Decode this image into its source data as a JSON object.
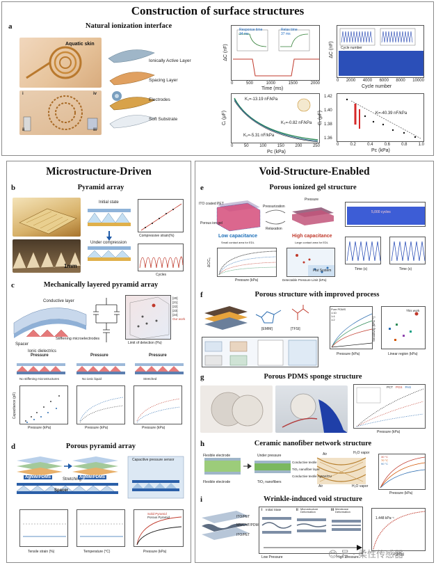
{
  "header": {
    "title": "Construction of surface structures"
  },
  "panel_a": {
    "letter": "a",
    "subtitle": "Natural ionization interface",
    "photo_label": "Aquatic skin",
    "roman": [
      "i",
      "ii",
      "iii",
      "iv"
    ],
    "layers": [
      "Ionically Active Layer",
      "Spacing Layer",
      "Electrodes",
      "Soft Substrate"
    ],
    "chart1": {
      "ylabel": "ΔC (nF)",
      "xlabel": "Time (ms)",
      "xticks": [
        "0",
        "500",
        "1000",
        "1500",
        "2000"
      ],
      "inset1": "Response time\n34 ms",
      "inset2": "Relax time\n37 ms"
    },
    "chart2": {
      "ylabel": "ΔC (nF)",
      "xlabel": "Cycle number",
      "xticks": [
        "0",
        "2000",
        "4000",
        "6000",
        "8000",
        "10000"
      ],
      "inset_x": "Cycle number"
    },
    "chart3": {
      "ylabel": "Cᵢ (μF)",
      "xlabel": "Pᴄ (kPa)",
      "xticks": [
        "0",
        "50",
        "100",
        "150",
        "200",
        "250"
      ],
      "k1": "K₁=-13.19 nF/kPa",
      "k2": "K₂=-5.31 nF/kPa",
      "k3": "K₃=-0.82 nF/kPa"
    },
    "chart4": {
      "ylabel": "Cᵢ (μF)",
      "xlabel": "Pᴄ (kPa)",
      "yticks": [
        "1.42",
        "1.40",
        "1.38",
        "1.36"
      ],
      "xticks": [
        "0",
        "0.2",
        "0.4",
        "0.6",
        "0.8",
        "1.0"
      ],
      "k": "K=-40.39 nF/kPa"
    }
  },
  "left": {
    "title": "Microstructure-Driven",
    "b": {
      "letter": "b",
      "subtitle": "Pyramid array",
      "initial": "Initial state",
      "compression": "Under compression",
      "scale": "1mm",
      "chart_x": "Compressive strain(%)",
      "chart2_x": "Cycles"
    },
    "c": {
      "letter": "c",
      "subtitle": "Mechanically layered pyramid array",
      "labels": [
        "Conductive layer",
        "Spacer",
        "Ionic dielectrics",
        "Stiffening microelectrodes"
      ],
      "pressure": "Pressure",
      "captions": [
        "No stiffening microstructures",
        "No ionic liquid",
        "Stretched"
      ],
      "xlabel": "Pressure (kPa)",
      "ylabel": "Capacitance (pF)",
      "cube_x": "Limit of detection (Pa)",
      "legend": [
        "[20]",
        "[21]",
        "[22]",
        "[23]",
        "[24]",
        "Our work"
      ]
    },
    "d": {
      "letter": "d",
      "subtitle": "Porous pyramid array",
      "labels": [
        "AgNW/PDMS",
        "Stretching",
        "AgNW/PDMS",
        "Spacer",
        "Capacitive pressure sensor"
      ],
      "x1": "Tensile strain (%)",
      "x2": "Temperature (°C)",
      "x3": "Pressure (kPa)",
      "legend": [
        "Solid Pyramid",
        "Porous Pyramid"
      ]
    }
  },
  "right": {
    "title": "Void-Structure-Enabled",
    "e": {
      "letter": "e",
      "subtitle": "Porous ionized gel structure",
      "labels": [
        "ITO coated PET",
        "Porous ion gel",
        "Pressurization",
        "Relaxation",
        "Pressure",
        "Low capacitance",
        "High capacitance"
      ],
      "note1": "Small contact area for EDL",
      "note2": "Large contact area for EDL",
      "xlabel": "Pressure (kPa)",
      "xlabel2": "Detectable Pressure Limit (kPa)",
      "ylabel": "ΔC/C₀",
      "xlabel3": "Time (s)",
      "flat": "Flat System",
      "inset_text": "5,000 cycles"
    },
    "f": {
      "letter": "f",
      "subtitle": "Porous structure with improved process",
      "chem": [
        "[EMIM]",
        "[TFSI]"
      ],
      "legend": [
        "Pure PDMS",
        "1:10",
        "1:4",
        "1:2"
      ],
      "xlabel": "Pressure (kPa)",
      "xlabel2": "Linear region (kPa)",
      "ylabel2": "Sensitivity (kPa⁻¹)",
      "this_work": "This work"
    },
    "g": {
      "letter": "g",
      "subtitle": "Porous PDMS sponge structure",
      "xlabel": "Pressure (kPa)",
      "legend": [
        "PCT",
        "PGS",
        "PAS"
      ]
    },
    "h": {
      "letter": "h",
      "subtitle": "Ceramic nanofiber network structure",
      "labels": [
        "Flexible electrode",
        "Under pressure",
        "Flexible electrode",
        "TiO₂ nanofibers",
        "Conductive textile",
        "TiO₂ nanofiber layer",
        "Conductive textile AgNW/PU",
        "Air",
        "H₂O vapor",
        "Air",
        "H₂O vapor"
      ],
      "xlabel": "Pressure (kPa)",
      "legend": [
        "30 °C",
        "70 °C",
        "90 °C"
      ]
    },
    "i": {
      "letter": "i",
      "subtitle": "Wrinkle-induced void structure",
      "labels": [
        "ITO/PET",
        "MWCNT/PDMS",
        "ITO/PET"
      ],
      "stages": [
        "Initial State",
        "Microstructure Deformation",
        "Membrane Deformation"
      ],
      "romans": [
        "i",
        "ii",
        "iii"
      ],
      "low": "Low Pressure",
      "high": "High Pressure",
      "k": "1.448 kPa⁻¹",
      "xlabel": "P(kPa)"
    }
  },
  "watermark": "😊 号 · 柔性传感器",
  "colors": {
    "blue_band": "#2b4fb8",
    "trace": "#c0392b",
    "gold": "#c8912f",
    "green": "#2e8b57"
  }
}
